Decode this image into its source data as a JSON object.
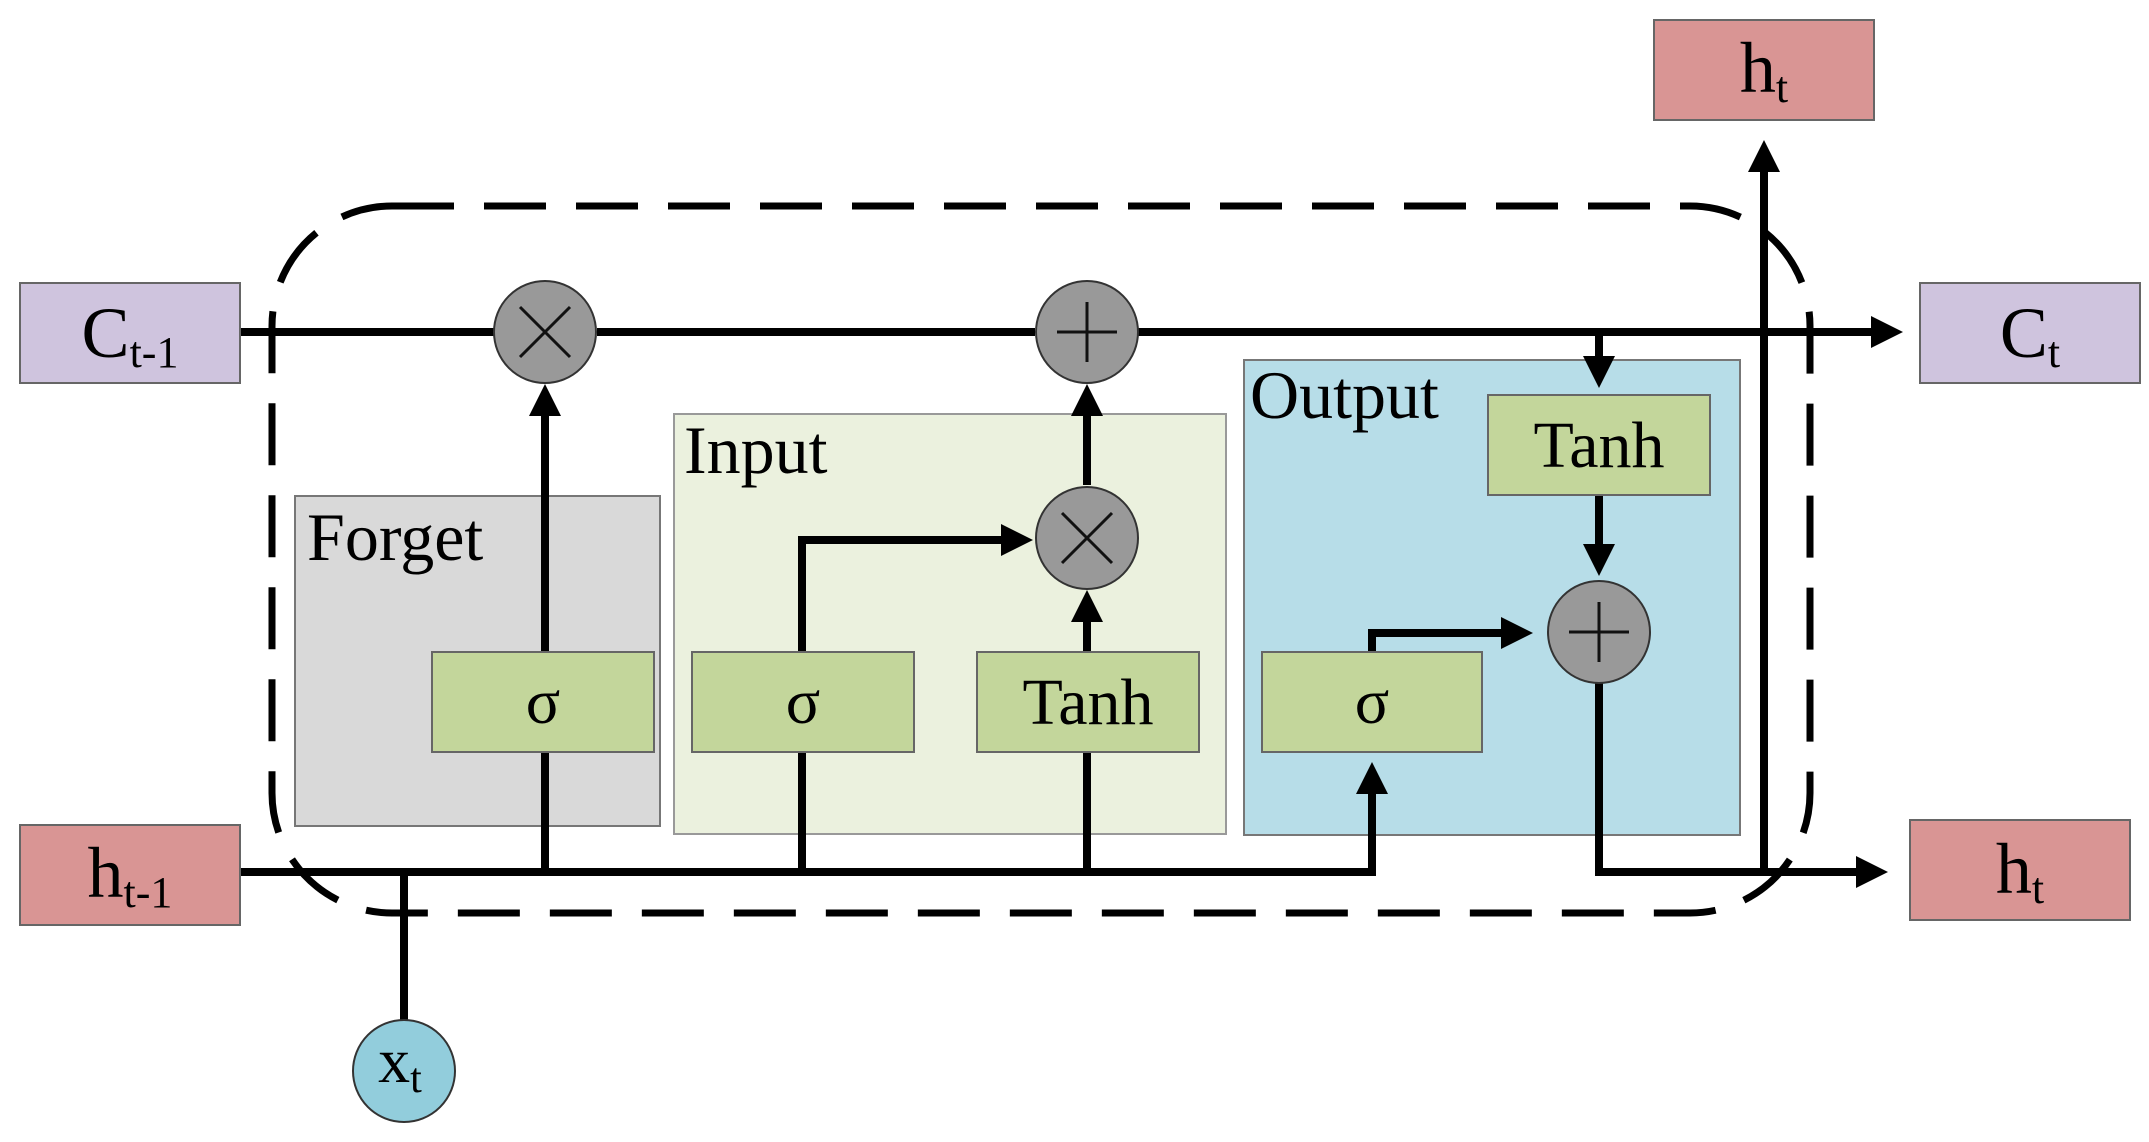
{
  "diagram": {
    "states": {
      "c_prev": {
        "main": "C",
        "sub": "t-1"
      },
      "c_next": {
        "main": "C",
        "sub": "t"
      },
      "h_prev": {
        "main": "h",
        "sub": "t-1"
      },
      "h_next_right": {
        "main": "h",
        "sub": "t"
      },
      "h_next_top": {
        "main": "h",
        "sub": "t"
      },
      "x_input": {
        "main": "x",
        "sub": "t"
      }
    },
    "gates": {
      "forget": {
        "label": "Forget",
        "activation": "σ"
      },
      "input": {
        "label": "Input",
        "activation_sigma": "σ",
        "activation_tanh": "Tanh"
      },
      "output": {
        "label": "Output",
        "activation_sigma": "σ",
        "activation_tanh": "Tanh"
      }
    },
    "colors": {
      "cell_state_box": "#cfc4de",
      "hidden_state_box": "#d99594",
      "input_circle": "#92cddc",
      "forget_region": "#d9d9d9",
      "input_region": "#ebf1de",
      "output_region": "#b7dde8",
      "activation_box": "#c3d69b",
      "operator_circle": "#999999"
    },
    "icons": {
      "multiply": "multiply-icon",
      "add": "plus-icon"
    }
  }
}
